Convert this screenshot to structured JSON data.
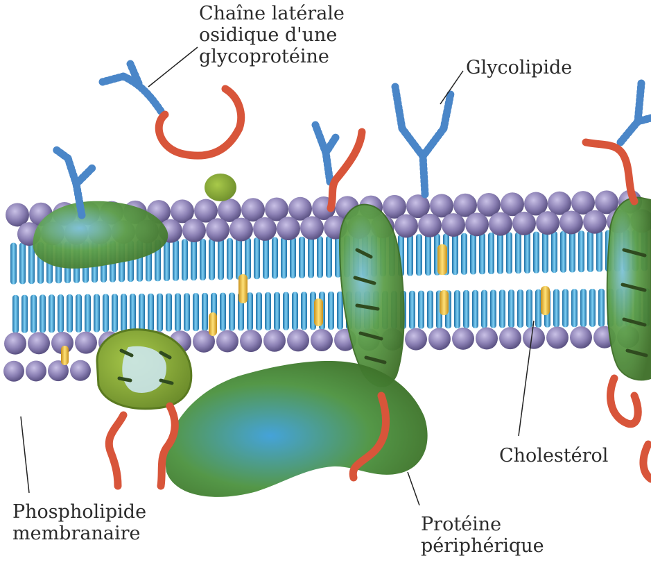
{
  "labels": {
    "glycoprotein_chain": [
      "Chaîne latérale",
      "osidique d'une",
      "glycoprotéine"
    ],
    "glycolipid": [
      "Glycolipide"
    ],
    "cholesterol": [
      "Cholestérol"
    ],
    "phospholipid": [
      "Phospholipide",
      "membranaire"
    ],
    "peripheral_protein": [
      "Protéine",
      "périphérique"
    ]
  },
  "colors": {
    "background": "#ffffff",
    "phospholipid_head": "#8a7fb3",
    "lipid_tail": "#3fa3d6",
    "protein": "#5e9a3a",
    "sugar_chain": "#4a86c8",
    "peptide_chain": "#d8553a",
    "cholesterol": "#f2c53d"
  }
}
